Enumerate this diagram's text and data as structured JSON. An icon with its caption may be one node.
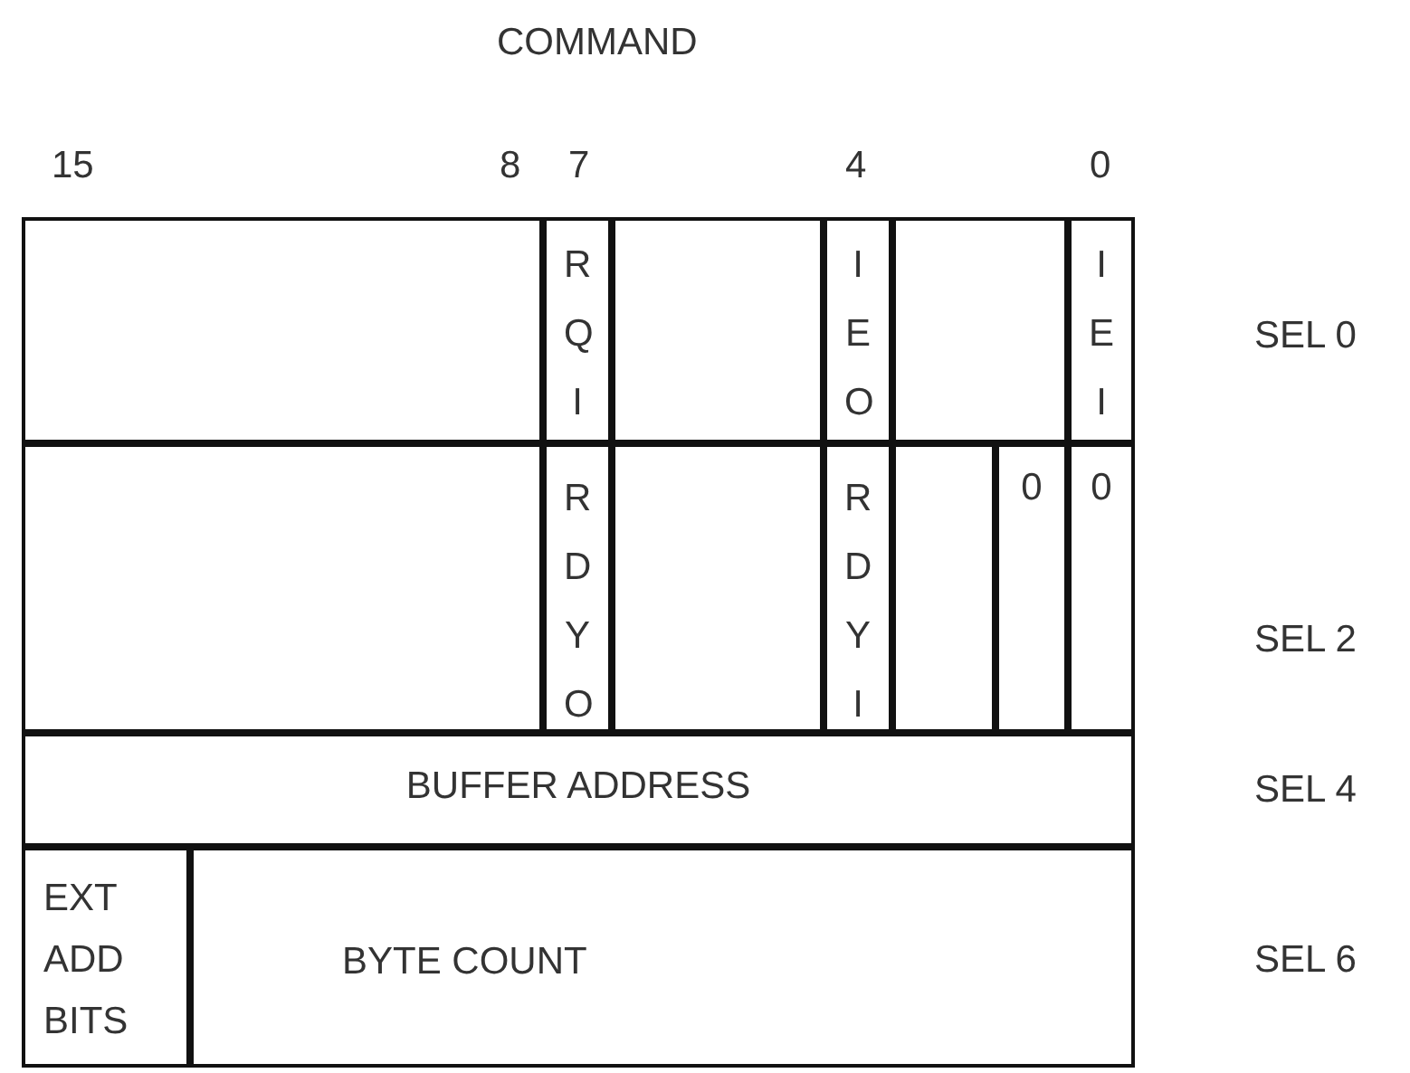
{
  "diagram": {
    "title": "COMMAND",
    "nodes": [
      {
        "text": [],
        "shape": "box"
      },
      {
        "text": [
          "RQI"
        ]
      },
      {
        "text": [],
        "shape": "box"
      },
      {
        "text": [
          "IEO"
        ]
      },
      {
        "text": [],
        "shape": "box"
      },
      {
        "text": [
          "IEI"
        ]
      },
      {
        "text": [],
        "shape": "box"
      },
      {
        "text": [
          "RDYO"
        ]
      },
      {
        "text": [],
        "shape": "box"
      },
      {
        "text": [
          "RDYI"
        ]
      },
      {
        "text": [],
        "shape": "box"
      },
      {
        "text": [
          "0"
        ]
      },
      {
        "text": [
          "0"
        ]
      },
      {
        "text": [
          "BUFFER ADDRESS"
        ]
      },
      {
        "text": [
          "EXT ADD BITS"
        ]
      },
      {
        "text": [
          "BYTE COUNT"
        ]
      }
    ],
    "labels": [
      "15",
      "8",
      "7",
      "4",
      "0",
      "SEL 0",
      "SEL 2",
      "SEL 4",
      "SEL 6"
    ]
  }
}
